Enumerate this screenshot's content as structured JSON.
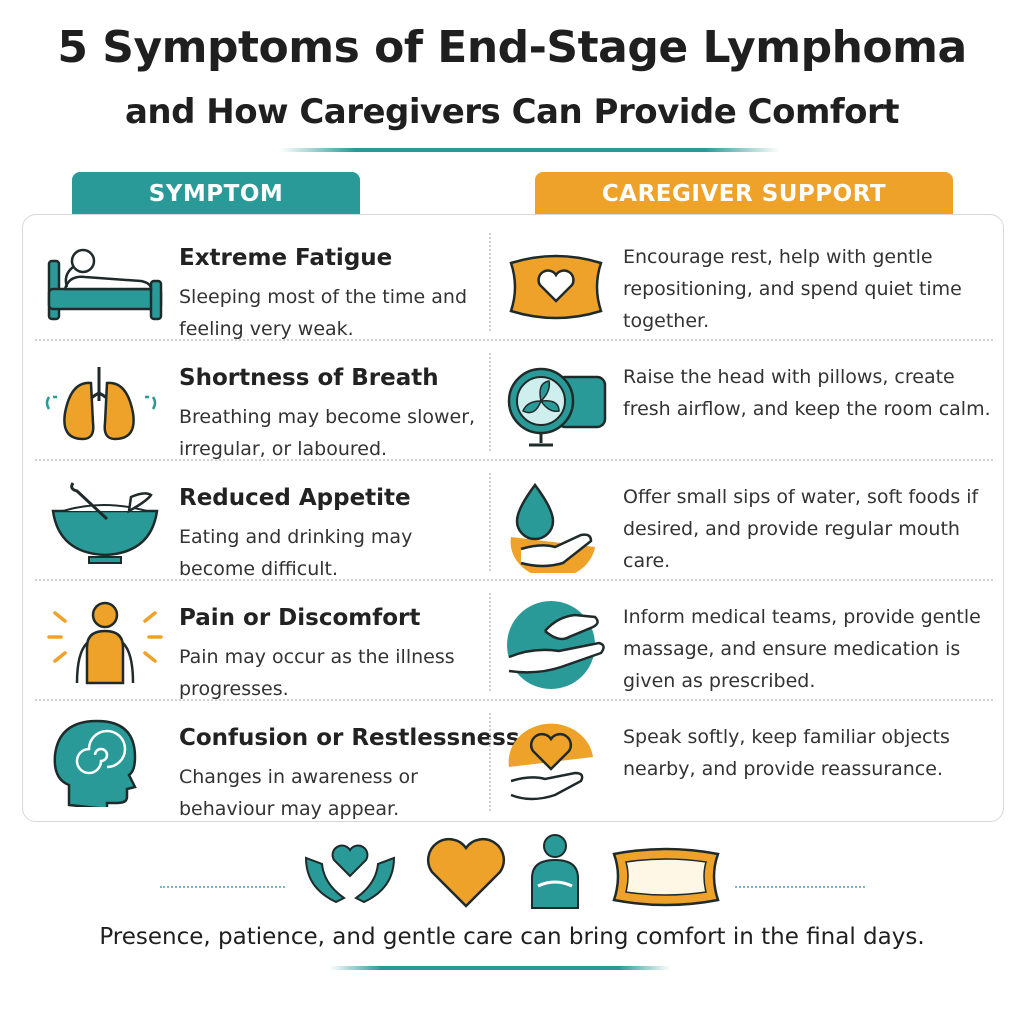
{
  "title": {
    "line1": "5 Symptoms of End-Stage Lymphoma",
    "line2": "and How Caregivers Can Provide Comfort"
  },
  "headers": {
    "symptom": "SYMPTOM",
    "support": "CAREGIVER SUPPORT"
  },
  "colors": {
    "teal": "#2a9a98",
    "orange": "#eea22a",
    "ink": "#222222"
  },
  "rows": [
    {
      "symptom_title": "Extreme Fatigue",
      "symptom_desc": "Sleeping most of the time and feeling very weak.",
      "support": "Encourage rest, help with gentle repositioning, and spend quiet time together.",
      "symptom_icon": "bed-icon",
      "support_icon": "pillow-heart-icon"
    },
    {
      "symptom_title": "Shortness of Breath",
      "symptom_desc": "Breathing may become slower, irregular, or laboured.",
      "support": "Raise the head with pillows, create fresh airflow, and keep the room calm.",
      "symptom_icon": "lungs-icon",
      "support_icon": "fan-pillow-icon"
    },
    {
      "symptom_title": "Reduced Appetite",
      "symptom_desc": "Eating and drinking may become difficult.",
      "support": "Offer small sips of water, soft foods if desired, and provide regular mouth care.",
      "symptom_icon": "bowl-spoon-icon",
      "support_icon": "water-drop-hand-icon"
    },
    {
      "symptom_title": "Pain or Discomfort",
      "symptom_desc": "Pain may occur as the illness progresses.",
      "support": "Inform medical teams, provide gentle massage, and ensure medication is given as prescribed.",
      "symptom_icon": "body-pain-icon",
      "support_icon": "massage-hands-icon"
    },
    {
      "symptom_title": "Confusion or Restlessness",
      "symptom_desc": "Changes in awareness or behaviour may appear.",
      "support": "Speak softly, keep familiar objects nearby, and provide reassurance.",
      "symptom_icon": "head-spiral-icon",
      "support_icon": "heart-hand-icon"
    }
  ],
  "footer": {
    "icons": [
      "hands-heart-icon",
      "heart-icon",
      "caregiver-hug-icon",
      "pillow-icon"
    ],
    "tagline": "Presence, patience, and gentle care can bring comfort in the final days."
  }
}
